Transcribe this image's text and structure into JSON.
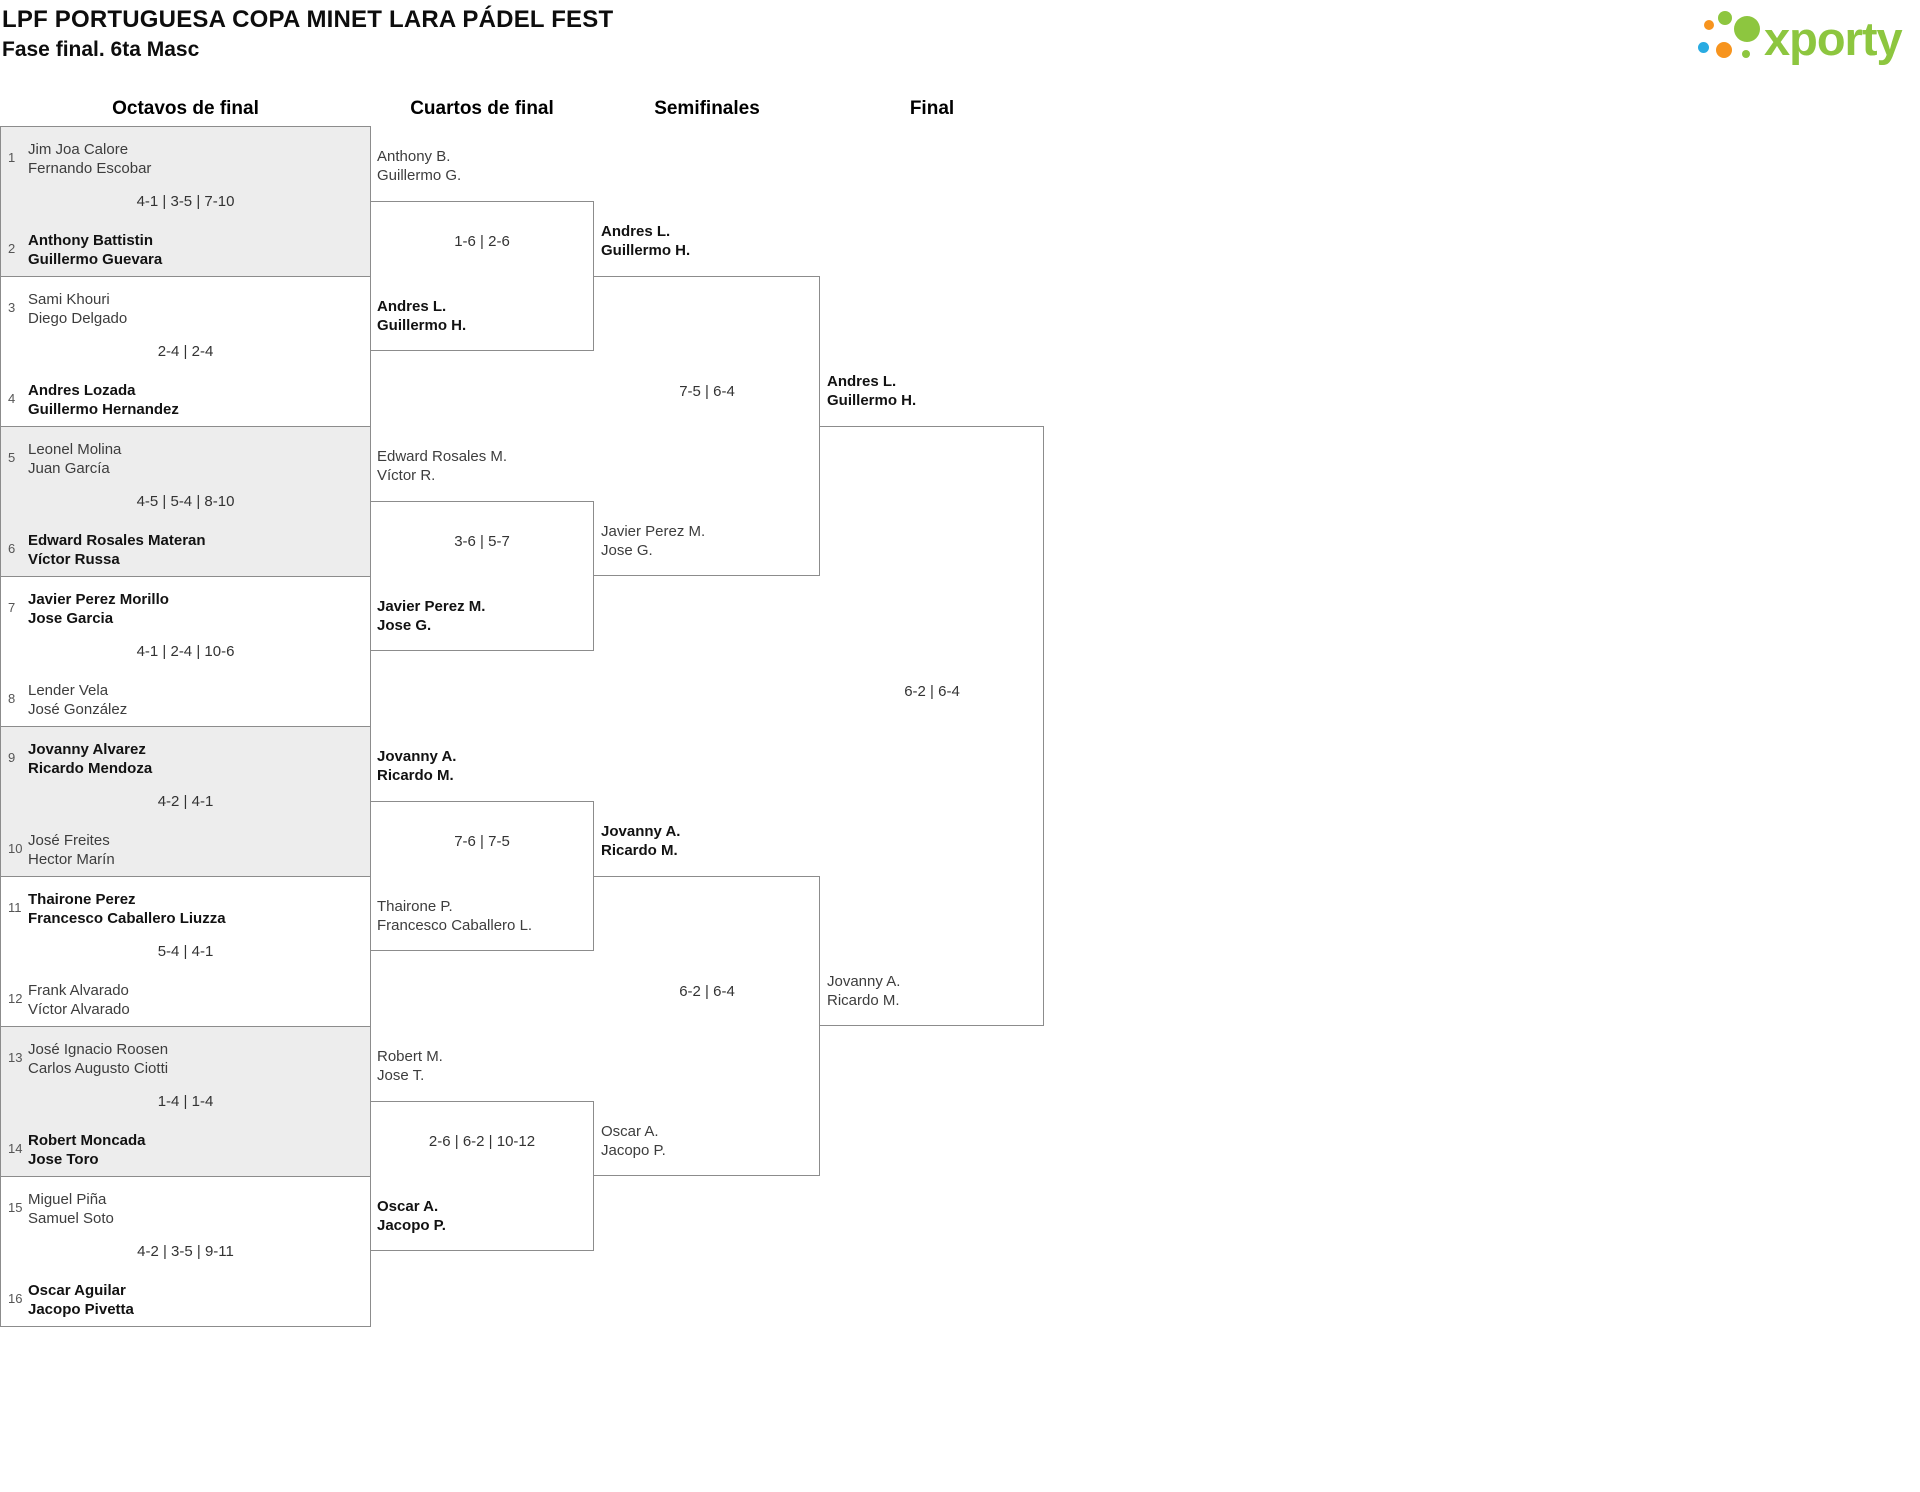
{
  "header": {
    "title": "LPF PORTUGUESA COPA MINET LARA PÁDEL FEST",
    "subtitle": "Fase final. 6ta Masc",
    "brand": "xporty",
    "brand_colors": {
      "green": "#8dc63f",
      "orange": "#f7941e",
      "blue": "#29abe2"
    }
  },
  "columns": [
    "Octavos de final",
    "Cuartos de final",
    "Semifinales",
    "Final"
  ],
  "octavos": [
    {
      "seeds": [
        "1",
        "2"
      ],
      "teams": [
        [
          "Jim Joa Calore",
          "Fernando Escobar"
        ],
        [
          "Anthony Battistin",
          "Guillermo Guevara"
        ]
      ],
      "score": "4-1 | 3-5 | 7-10",
      "winner": "bottom"
    },
    {
      "seeds": [
        "3",
        "4"
      ],
      "teams": [
        [
          "Sami Khouri",
          "Diego Delgado"
        ],
        [
          "Andres Lozada",
          "Guillermo Hernandez"
        ]
      ],
      "score": "2-4 | 2-4",
      "winner": "bottom"
    },
    {
      "seeds": [
        "5",
        "6"
      ],
      "teams": [
        [
          "Leonel Molina",
          "Juan García"
        ],
        [
          "Edward Rosales Materan",
          "Víctor Russa"
        ]
      ],
      "score": "4-5 | 5-4 | 8-10",
      "winner": "bottom"
    },
    {
      "seeds": [
        "7",
        "8"
      ],
      "teams": [
        [
          "Javier Perez Morillo",
          "Jose Garcia"
        ],
        [
          "Lender Vela",
          "José González"
        ]
      ],
      "score": "4-1 | 2-4 | 10-6",
      "winner": "top"
    },
    {
      "seeds": [
        "9",
        "10"
      ],
      "teams": [
        [
          "Jovanny Alvarez",
          "Ricardo Mendoza"
        ],
        [
          "José Freites",
          "Hector Marín"
        ]
      ],
      "score": "4-2 | 4-1",
      "winner": "top"
    },
    {
      "seeds": [
        "11",
        "12"
      ],
      "teams": [
        [
          "Thairone Perez",
          "Francesco Caballero Liuzza"
        ],
        [
          "Frank Alvarado",
          "Víctor Alvarado"
        ]
      ],
      "score": "5-4 | 4-1",
      "winner": "top"
    },
    {
      "seeds": [
        "13",
        "14"
      ],
      "teams": [
        [
          "José Ignacio Roosen",
          "Carlos Augusto Ciotti"
        ],
        [
          "Robert Moncada",
          "Jose Toro"
        ]
      ],
      "score": "1-4 | 1-4",
      "winner": "bottom"
    },
    {
      "seeds": [
        "15",
        "16"
      ],
      "teams": [
        [
          "Miguel Piña",
          "Samuel Soto"
        ],
        [
          "Oscar Aguilar",
          "Jacopo Pivetta"
        ]
      ],
      "score": "4-2 | 3-5 | 9-11",
      "winner": "bottom"
    }
  ],
  "qf": [
    {
      "top": [
        "Anthony B.",
        "Guillermo G."
      ],
      "bottom": [
        "Andres L.",
        "Guillermo H."
      ],
      "score": "1-6 | 2-6",
      "winner": "bottom"
    },
    {
      "top": [
        "Edward Rosales M.",
        "Víctor R."
      ],
      "bottom": [
        "Javier Perez M.",
        "Jose G."
      ],
      "score": "3-6 | 5-7",
      "winner": "bottom"
    },
    {
      "top": [
        "Jovanny A.",
        "Ricardo M."
      ],
      "bottom": [
        "Thairone P.",
        "Francesco Caballero L."
      ],
      "score": "7-6 | 7-5",
      "winner": "top"
    },
    {
      "top": [
        "Robert M.",
        "Jose T."
      ],
      "bottom": [
        "Oscar A.",
        "Jacopo P."
      ],
      "score": "2-6 | 6-2 | 10-12",
      "winner": "bottom"
    }
  ],
  "sf": [
    {
      "top": [
        "Andres L.",
        "Guillermo H."
      ],
      "bottom": [
        "Javier Perez M.",
        "Jose G."
      ],
      "score": "7-5 | 6-4",
      "winner": "top"
    },
    {
      "top": [
        "Jovanny A.",
        "Ricardo M."
      ],
      "bottom": [
        "Oscar A.",
        "Jacopo P."
      ],
      "score": "6-2 | 6-4",
      "winner": "top"
    }
  ],
  "final": {
    "top": [
      "Andres L.",
      "Guillermo H."
    ],
    "bottom": [
      "Jovanny A.",
      "Ricardo M."
    ],
    "score": "6-2 | 6-4",
    "winner": "top"
  }
}
